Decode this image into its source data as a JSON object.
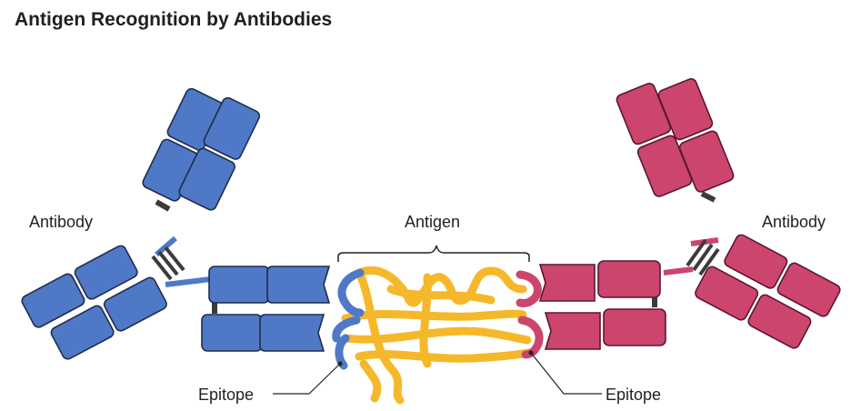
{
  "title": "Antigen Recognition by Antibodies",
  "labels": {
    "antibody_left": "Antibody",
    "antibody_right": "Antibody",
    "antigen": "Antigen",
    "epitope_left": "Epitope",
    "epitope_right": "Epitope"
  },
  "colors": {
    "antibody_left": "#4f79c6",
    "antibody_right": "#cc456d",
    "antigen": "#f5b82b",
    "outline": "#1f2d4d",
    "outline_right": "#5a1730",
    "bridge": "#3b3b3b",
    "title": "#1f1f1f"
  }
}
